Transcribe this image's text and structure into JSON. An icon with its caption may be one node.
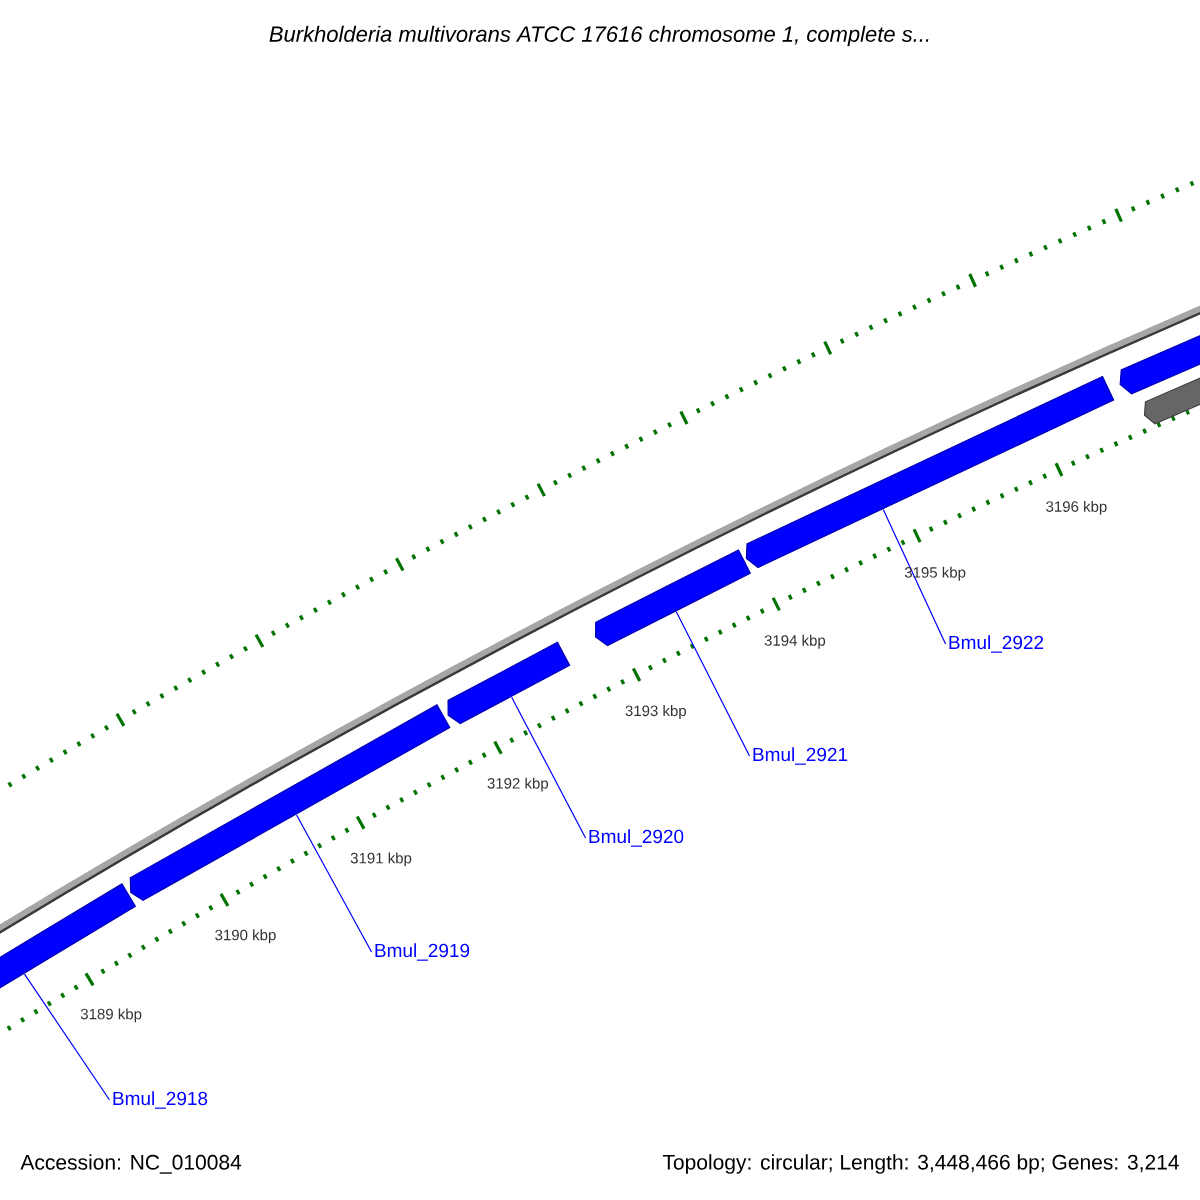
{
  "diagram": {
    "title": "Burkholderia multivorans ATCC 17616 chromosome 1, complete s...",
    "nodes": [
      {
        "text": [],
        "shape": "bar"
      },
      {
        "text": [],
        "shape": "bar"
      },
      {
        "text": [],
        "shape": "bar"
      },
      {
        "text": [],
        "shape": "bar"
      },
      {
        "text": [],
        "shape": "bar"
      },
      {
        "text": [],
        "shape": "bar"
      },
      {
        "text": [],
        "shape": "bar"
      },
      {
        "text": [
          "Bmul_2918"
        ]
      },
      {
        "text": [
          "Bmul_2919"
        ]
      },
      {
        "text": [
          "Bmul_2920"
        ]
      },
      {
        "text": [
          "Bmul_2921"
        ]
      },
      {
        "text": [
          "Bmul_2922"
        ]
      }
    ],
    "edges": [
      {
        "from": 7,
        "to": 0,
        "arrow": "none"
      },
      {
        "from": 8,
        "to": 1,
        "arrow": "none"
      },
      {
        "from": 9,
        "to": 2,
        "arrow": "none"
      },
      {
        "from": 10,
        "to": 3,
        "arrow": "none"
      },
      {
        "from": 11,
        "to": 4,
        "arrow": "none"
      }
    ],
    "labels": [
      "3189 kbp",
      "3190 kbp",
      "3191 kbp",
      "3192 kbp",
      "3193 kbp",
      "3194 kbp",
      "3195 kbp",
      "3196 kbp",
      "Accession: NC_010084",
      "Topology: circular; Length: 3,448,466 bp; Genes: 3,214"
    ]
  }
}
